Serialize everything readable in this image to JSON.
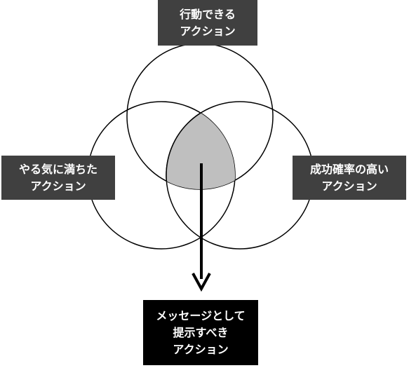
{
  "labels": {
    "top": {
      "line1": "行動できる",
      "line2": "アクション"
    },
    "left": {
      "line1": "やる気に満ちた",
      "line2": "アクション"
    },
    "right": {
      "line1": "成功確率の高い",
      "line2": "アクション"
    },
    "bottom": {
      "line1": "メッセージとして",
      "line2": "提示すべき",
      "line3": "アクション"
    }
  },
  "colors": {
    "label_bg": "#404040",
    "result_bg": "#000000",
    "intersection_fill": "#bfbfbf",
    "stroke": "#000000"
  }
}
